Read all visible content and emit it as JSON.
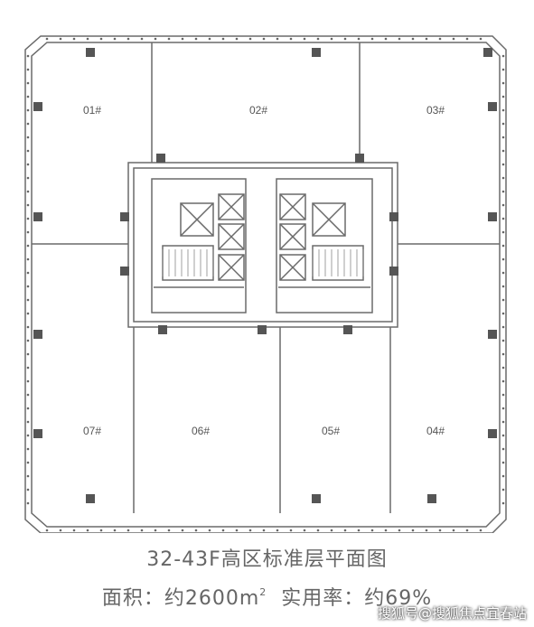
{
  "units": [
    {
      "label": "01#"
    },
    {
      "label": "02#"
    },
    {
      "label": "03#"
    },
    {
      "label": "07#"
    },
    {
      "label": "06#"
    },
    {
      "label": "05#"
    },
    {
      "label": "04#"
    }
  ],
  "caption": {
    "title": "32-43F高区标准层平面图",
    "area_prefix": "面积：约2600m",
    "area_sup": "2",
    "area_suffix": "  实用率：约69%"
  },
  "watermark": "搜狐号@搜狐焦点宜春站",
  "colors": {
    "line": "#6a6a6a",
    "column_fill": "#555555",
    "text": "#666666"
  }
}
